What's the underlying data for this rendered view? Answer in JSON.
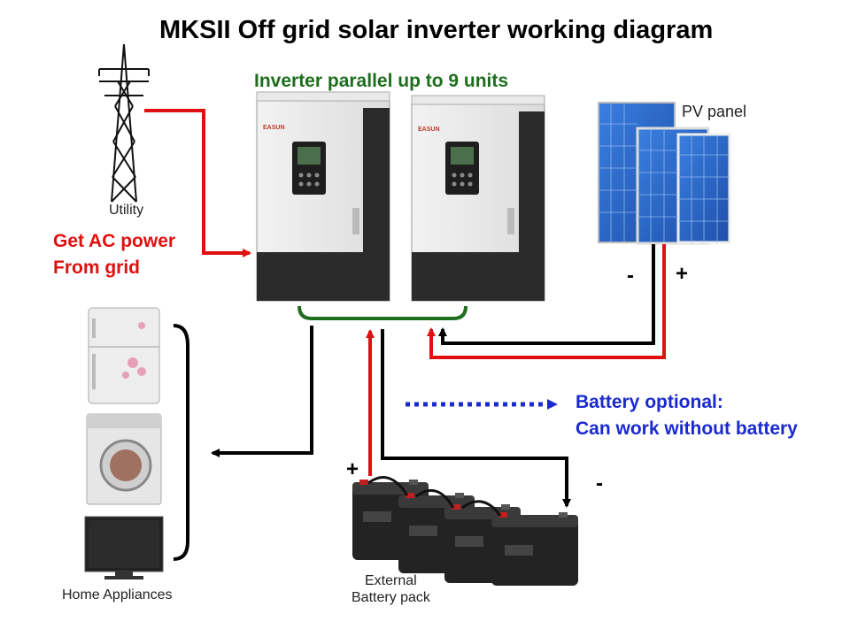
{
  "title": "MKSII Off grid solar inverter working diagram",
  "parallel_label": "Inverter  parallel up to 9 units",
  "ac_power": {
    "line1": "Get AC power",
    "line2": "From grid"
  },
  "utility_label": "Utility",
  "pv": {
    "label": "PV panel",
    "minus": "-",
    "plus": "+"
  },
  "battery_note": {
    "line1": "Battery optional:",
    "line2": "Can work without battery"
  },
  "battery_terminals": {
    "plus": "+",
    "minus": "-"
  },
  "home_label": "Home Appliances",
  "external_battery": {
    "line1": "External",
    "line2": "Battery pack"
  },
  "inverter_brand": "EASUN",
  "colors": {
    "red_wire": "#e01010",
    "black_wire": "#000000",
    "green_bracket": "#1e6e1e",
    "blue_dotted": "#1a2ad0"
  },
  "icons": [
    "utility-tower-icon",
    "inverter-icon",
    "solar-panel-icon",
    "refrigerator-icon",
    "washing-machine-icon",
    "tv-icon",
    "battery-icon"
  ]
}
